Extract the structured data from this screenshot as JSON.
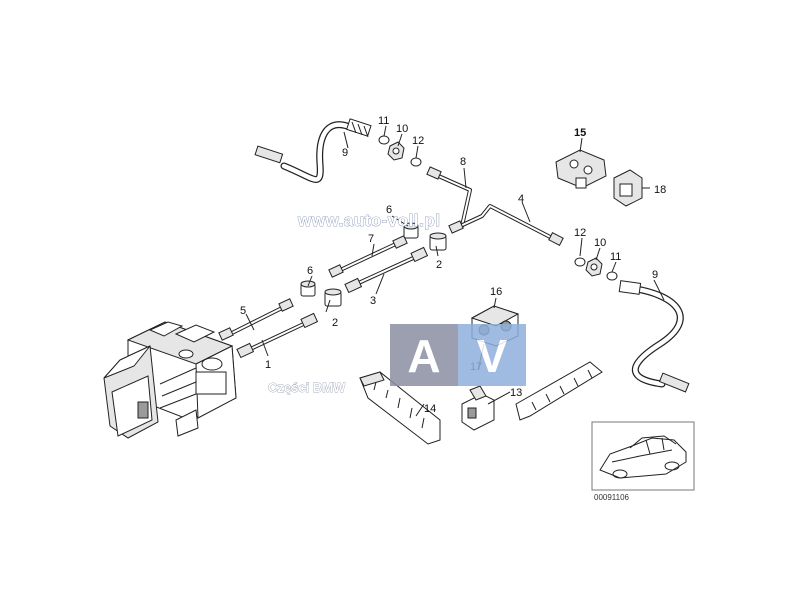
{
  "diagram": {
    "callouts": [
      {
        "id": "c-1",
        "text": "1"
      },
      {
        "id": "c-2a",
        "text": "2"
      },
      {
        "id": "c-2b",
        "text": "2"
      },
      {
        "id": "c-3",
        "text": "3"
      },
      {
        "id": "c-4",
        "text": "4"
      },
      {
        "id": "c-5",
        "text": "5"
      },
      {
        "id": "c-6a",
        "text": "6"
      },
      {
        "id": "c-6b",
        "text": "6"
      },
      {
        "id": "c-7",
        "text": "7"
      },
      {
        "id": "c-8",
        "text": "8"
      },
      {
        "id": "c-9a",
        "text": "9"
      },
      {
        "id": "c-9b",
        "text": "9"
      },
      {
        "id": "c-10a",
        "text": "10"
      },
      {
        "id": "c-10b",
        "text": "10"
      },
      {
        "id": "c-11a",
        "text": "11"
      },
      {
        "id": "c-11b",
        "text": "11"
      },
      {
        "id": "c-12a",
        "text": "12"
      },
      {
        "id": "c-12b",
        "text": "12"
      },
      {
        "id": "c-13",
        "text": "13"
      },
      {
        "id": "c-14",
        "text": "14"
      },
      {
        "id": "c-15",
        "text": "15"
      },
      {
        "id": "c-16",
        "text": "16"
      },
      {
        "id": "c-17",
        "text": "17"
      },
      {
        "id": "c-18",
        "text": "18"
      }
    ],
    "image_code": "00091106"
  },
  "watermark": {
    "url_text": "www.auto-voll.pl",
    "parts_text": "Części BMW",
    "logo_letters": [
      "A",
      "V"
    ],
    "colors": {
      "logo_a": "#8a8fa3",
      "logo_v": "#8fb0dc",
      "logo_a_text": "#ffffff",
      "logo_v_text": "#ffffff"
    }
  },
  "colors": {
    "line": "#222222",
    "background": "#ffffff"
  }
}
